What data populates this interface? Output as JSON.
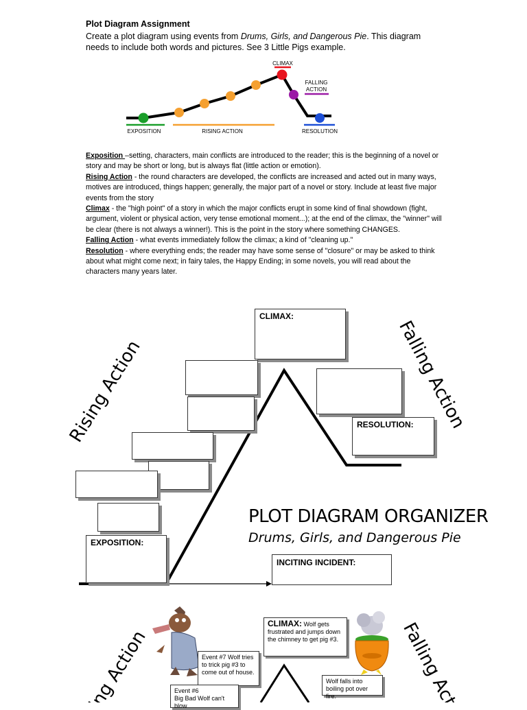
{
  "header": {
    "title": "Plot Diagram Assignment",
    "intro_before": "Create a plot diagram using events from ",
    "book_title": "Drums, Girls, and Dangerous Pie",
    "intro_after": ". This diagram needs to include both words and pictures. See 3 Little Pigs example."
  },
  "small_diagram": {
    "climax": "CLIMAX",
    "falling_action_1": "FALLING",
    "falling_action_2": "ACTION",
    "exposition": "EXPOSITION",
    "rising_action": "RISING ACTION",
    "resolution": "RESOLUTION",
    "colors": {
      "green": "#1a9e2a",
      "orange": "#f5a030",
      "red": "#e8141e",
      "purple": "#9b1aa6",
      "blue": "#1d4fd6"
    }
  },
  "definitions": [
    {
      "term": "Exposition ",
      "text": "–setting, characters, main conflicts are introduced to the reader; this is the beginning of a novel or story and may be short or long, but is always flat (little action or emotion)."
    },
    {
      "term": "Rising Action",
      "text": " - the round characters are developed, the conflicts are increased and acted out in many ways, motives are introduced, things happen; generally, the major part of a novel or story. Include at least five major events from the story"
    },
    {
      "term": "Climax",
      "text": " - the \"high point\" of a story in which the major conflicts erupt in some kind of final showdown (fight, argument, violent or physical action, very tense emotional moment...); at the end of the climax, the \"winner\" will be clear (there is not always a winner!). This is the point in the story where something CHANGES."
    },
    {
      "term": "Falling Action",
      "text": " - what events immediately follow the climax; a kind of \"cleaning up.\""
    },
    {
      "term": "Resolution",
      "text": " - where everything ends; the reader may have some sense of \"closure\" or may be asked to think about what might come next; in fairy tales, the Happy Ending; in some novels, you will read about the characters many years later."
    }
  ],
  "organizer": {
    "rising_action": "Rising Action",
    "falling_action": "Falling Action",
    "climax_label": "CLIMAX:",
    "resolution_label": "RESOLUTION:",
    "exposition_label": "EXPOSITION:",
    "inciting_label": "INCITING INCIDENT:",
    "title": "PLOT DIAGRAM ORGANIZER",
    "subtitle": "Drums, Girls, and Dangerous Pie"
  },
  "example": {
    "rising_action": "Rising Action",
    "falling_action": "Falling Action",
    "climax_label": "CLIMAX:",
    "climax_text": " Wolf gets frustrated and jumps down the chimney to get pig #3.",
    "event7": "Event #7 Wolf tries to trick pig #3 to come out of house.",
    "event6_title": "Event #6",
    "event6_text": "Big Bad Wolf can't blow",
    "falling_text": "Wolf falls into boiling pot over fire."
  }
}
